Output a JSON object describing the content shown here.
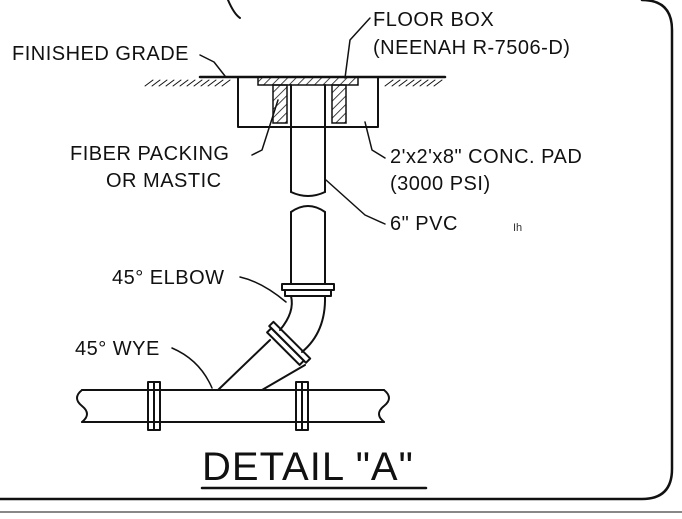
{
  "labels": {
    "floor_box_line1": "FLOOR BOX",
    "floor_box_line2": "(NEENAH R-7506-D)",
    "finished_grade": "FINISHED GRADE",
    "fiber_packing_line1": "FIBER PACKING",
    "fiber_packing_line2": "OR MASTIC",
    "conc_pad_line1": "2'x2'x8\" CONC. PAD",
    "conc_pad_line2": "(3000 PSI)",
    "pvc": "6\" PVC",
    "elbow": "45° ELBOW",
    "wye": "45° WYE",
    "stray_mark": "Ih"
  },
  "title": "DETAIL \"A\"",
  "colors": {
    "ink": "#111111",
    "background": "#ffffff"
  }
}
